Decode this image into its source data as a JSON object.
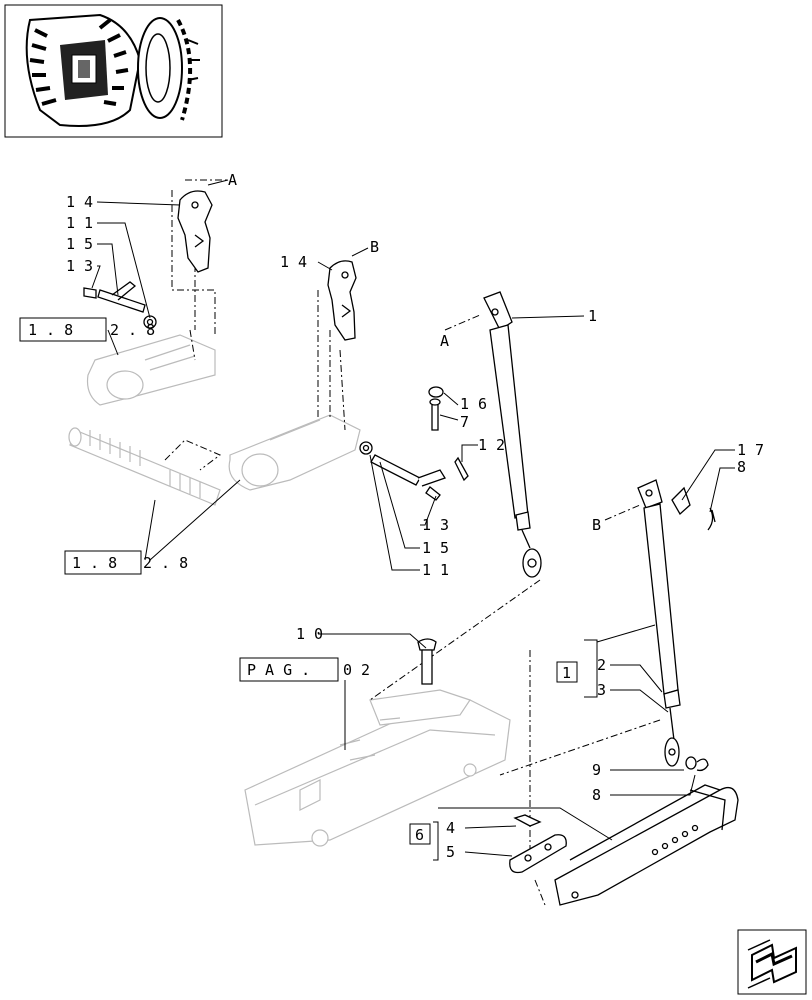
{
  "callouts": {
    "c14a": "1 4",
    "c11a": "1 1",
    "c15a": "1 5",
    "c13a": "1 3",
    "refA": "A",
    "c14b": "1 4",
    "refB": "B",
    "c1": "1",
    "refA2": "A",
    "c16": "1 6",
    "c7": "7",
    "c12": "1 2",
    "c13b": "1 3",
    "c15b": "1 5",
    "c11b": "1 1",
    "c17": "1 7",
    "c8a": "8",
    "refB2": "B",
    "c10": "1 0",
    "c2": "2",
    "c3": "3",
    "c9": "9",
    "c8b": "8",
    "c4": "4",
    "c5": "5"
  },
  "refs": {
    "ref1": {
      "box": "1 . 8",
      "tail": "2 . 8"
    },
    "ref2": {
      "box": "1 . 8",
      "tail": "2 . 8"
    },
    "pag": {
      "box": "P A G .",
      "tail": "0 2"
    },
    "kit1": "1",
    "kit6": "6"
  },
  "icons": {
    "thumbnail": "tractor-thumbnail-icon",
    "navigation": "next-page-arrow-icon"
  }
}
